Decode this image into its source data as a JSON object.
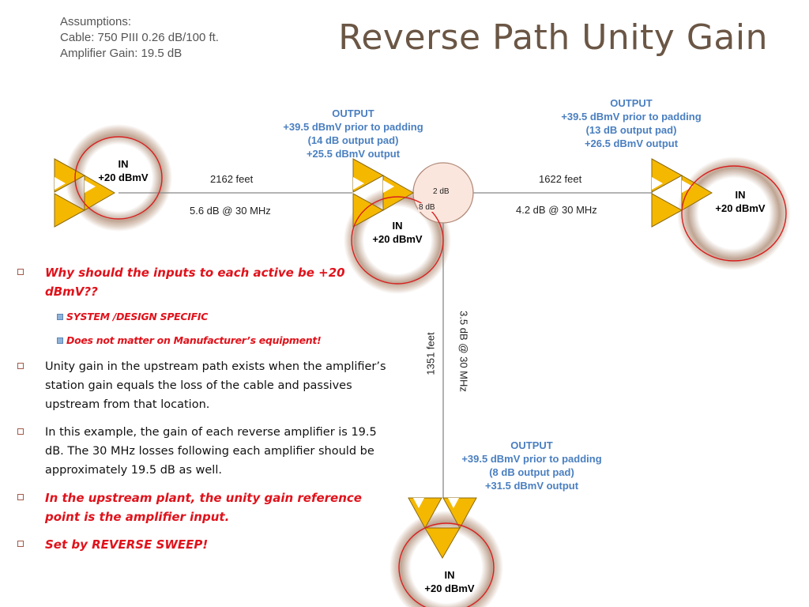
{
  "assumptions": {
    "header": "Assumptions:",
    "cable": "Cable: 750 PIII 0.26 dB/100 ft.",
    "gain": "Amplifier Gain: 19.5 dB"
  },
  "title": "Reverse Path Unity Gain",
  "outputs": {
    "center": {
      "label": "OUTPUT",
      "prior": "+39.5 dBmV prior to padding",
      "pad": "(14 dB output pad)",
      "out": "+25.5 dBmV output"
    },
    "right": {
      "label": "OUTPUT",
      "prior": "+39.5 dBmV prior to padding",
      "pad": "(13 dB output pad)",
      "out": "+26.5 dBmV output"
    },
    "bottom": {
      "label": "OUTPUT",
      "prior": "+39.5 dBmV prior to padding",
      "pad": "(8 dB output pad)",
      "out": "+31.5 dBmV output"
    }
  },
  "inputs": {
    "left": {
      "label": "IN",
      "level": "+20 dBmV"
    },
    "center": {
      "label": "IN",
      "level": "+20 dBmV"
    },
    "right": {
      "label": "IN",
      "level": "+20 dBmV"
    },
    "bottom": {
      "label": "IN",
      "level": "+20 dBmV"
    }
  },
  "spans": {
    "left": {
      "length": "2162 feet",
      "loss": "5.6 dB @ 30 MHz"
    },
    "right": {
      "length": "1622 feet",
      "loss": "4.2 dB @ 30 MHz"
    },
    "down": {
      "length": "1351 feet",
      "loss": "3.5 dB @ 30 MHz"
    }
  },
  "splitter": {
    "port_a": "2 dB",
    "port_b": "8 dB"
  },
  "bullets": {
    "q": "Why should the inputs to each active be +20 dBmV??",
    "sub1": "SYSTEM /DESIGN SPECIFIC",
    "sub2": "Does not matter on Manufacturer’s equipment!",
    "p1": "Unity gain in the upstream path exists when the amplifier’s station gain equals the loss of the cable and passives upstream from that location.",
    "p2": "In this example, the gain of each reverse amplifier is 19.5 dB.  The 30 MHz losses following each amplifier should be approximately 19.5 dB as well.",
    "p3": "In the upstream plant, the unity gain reference point is the amplifier input.",
    "p4": "Set by REVERSE SWEEP!"
  },
  "colors": {
    "amp_fill": "#f5b800",
    "circle": "#d82020",
    "accent_blue": "#4a7fc0",
    "red_text": "#e0121b"
  }
}
